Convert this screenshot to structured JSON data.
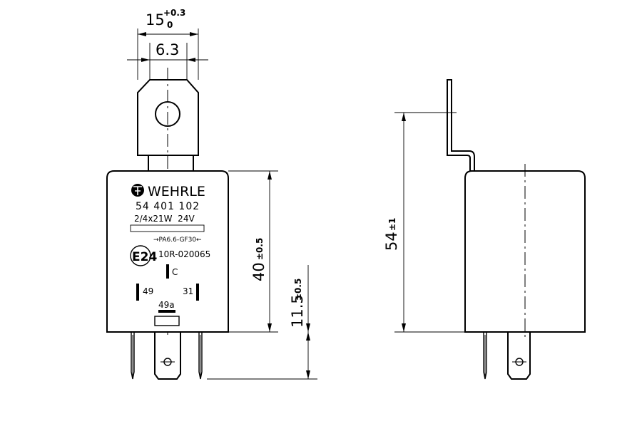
{
  "front_label": {
    "brand": "WEHRLE",
    "part_number": "54 401 102",
    "rating": "2/4x21W  24V",
    "material": "→PA6.6-GF30←",
    "approval_mark": "E24",
    "approval_number": "10R-020065",
    "terminals": {
      "c": "C",
      "t49": "49",
      "t31": "31",
      "t49a": "49a"
    }
  },
  "dimensions": {
    "terminal_width": {
      "value": "15",
      "upper_tol": "+0.3",
      "lower_tol": "0"
    },
    "hole_spacing": "6.3",
    "body_height": {
      "value": "40",
      "tol": "±0.5"
    },
    "pin_length": {
      "value": "11.5",
      "tol": "±0.5"
    },
    "overall_height": {
      "value": "54",
      "tol": "±1"
    }
  }
}
